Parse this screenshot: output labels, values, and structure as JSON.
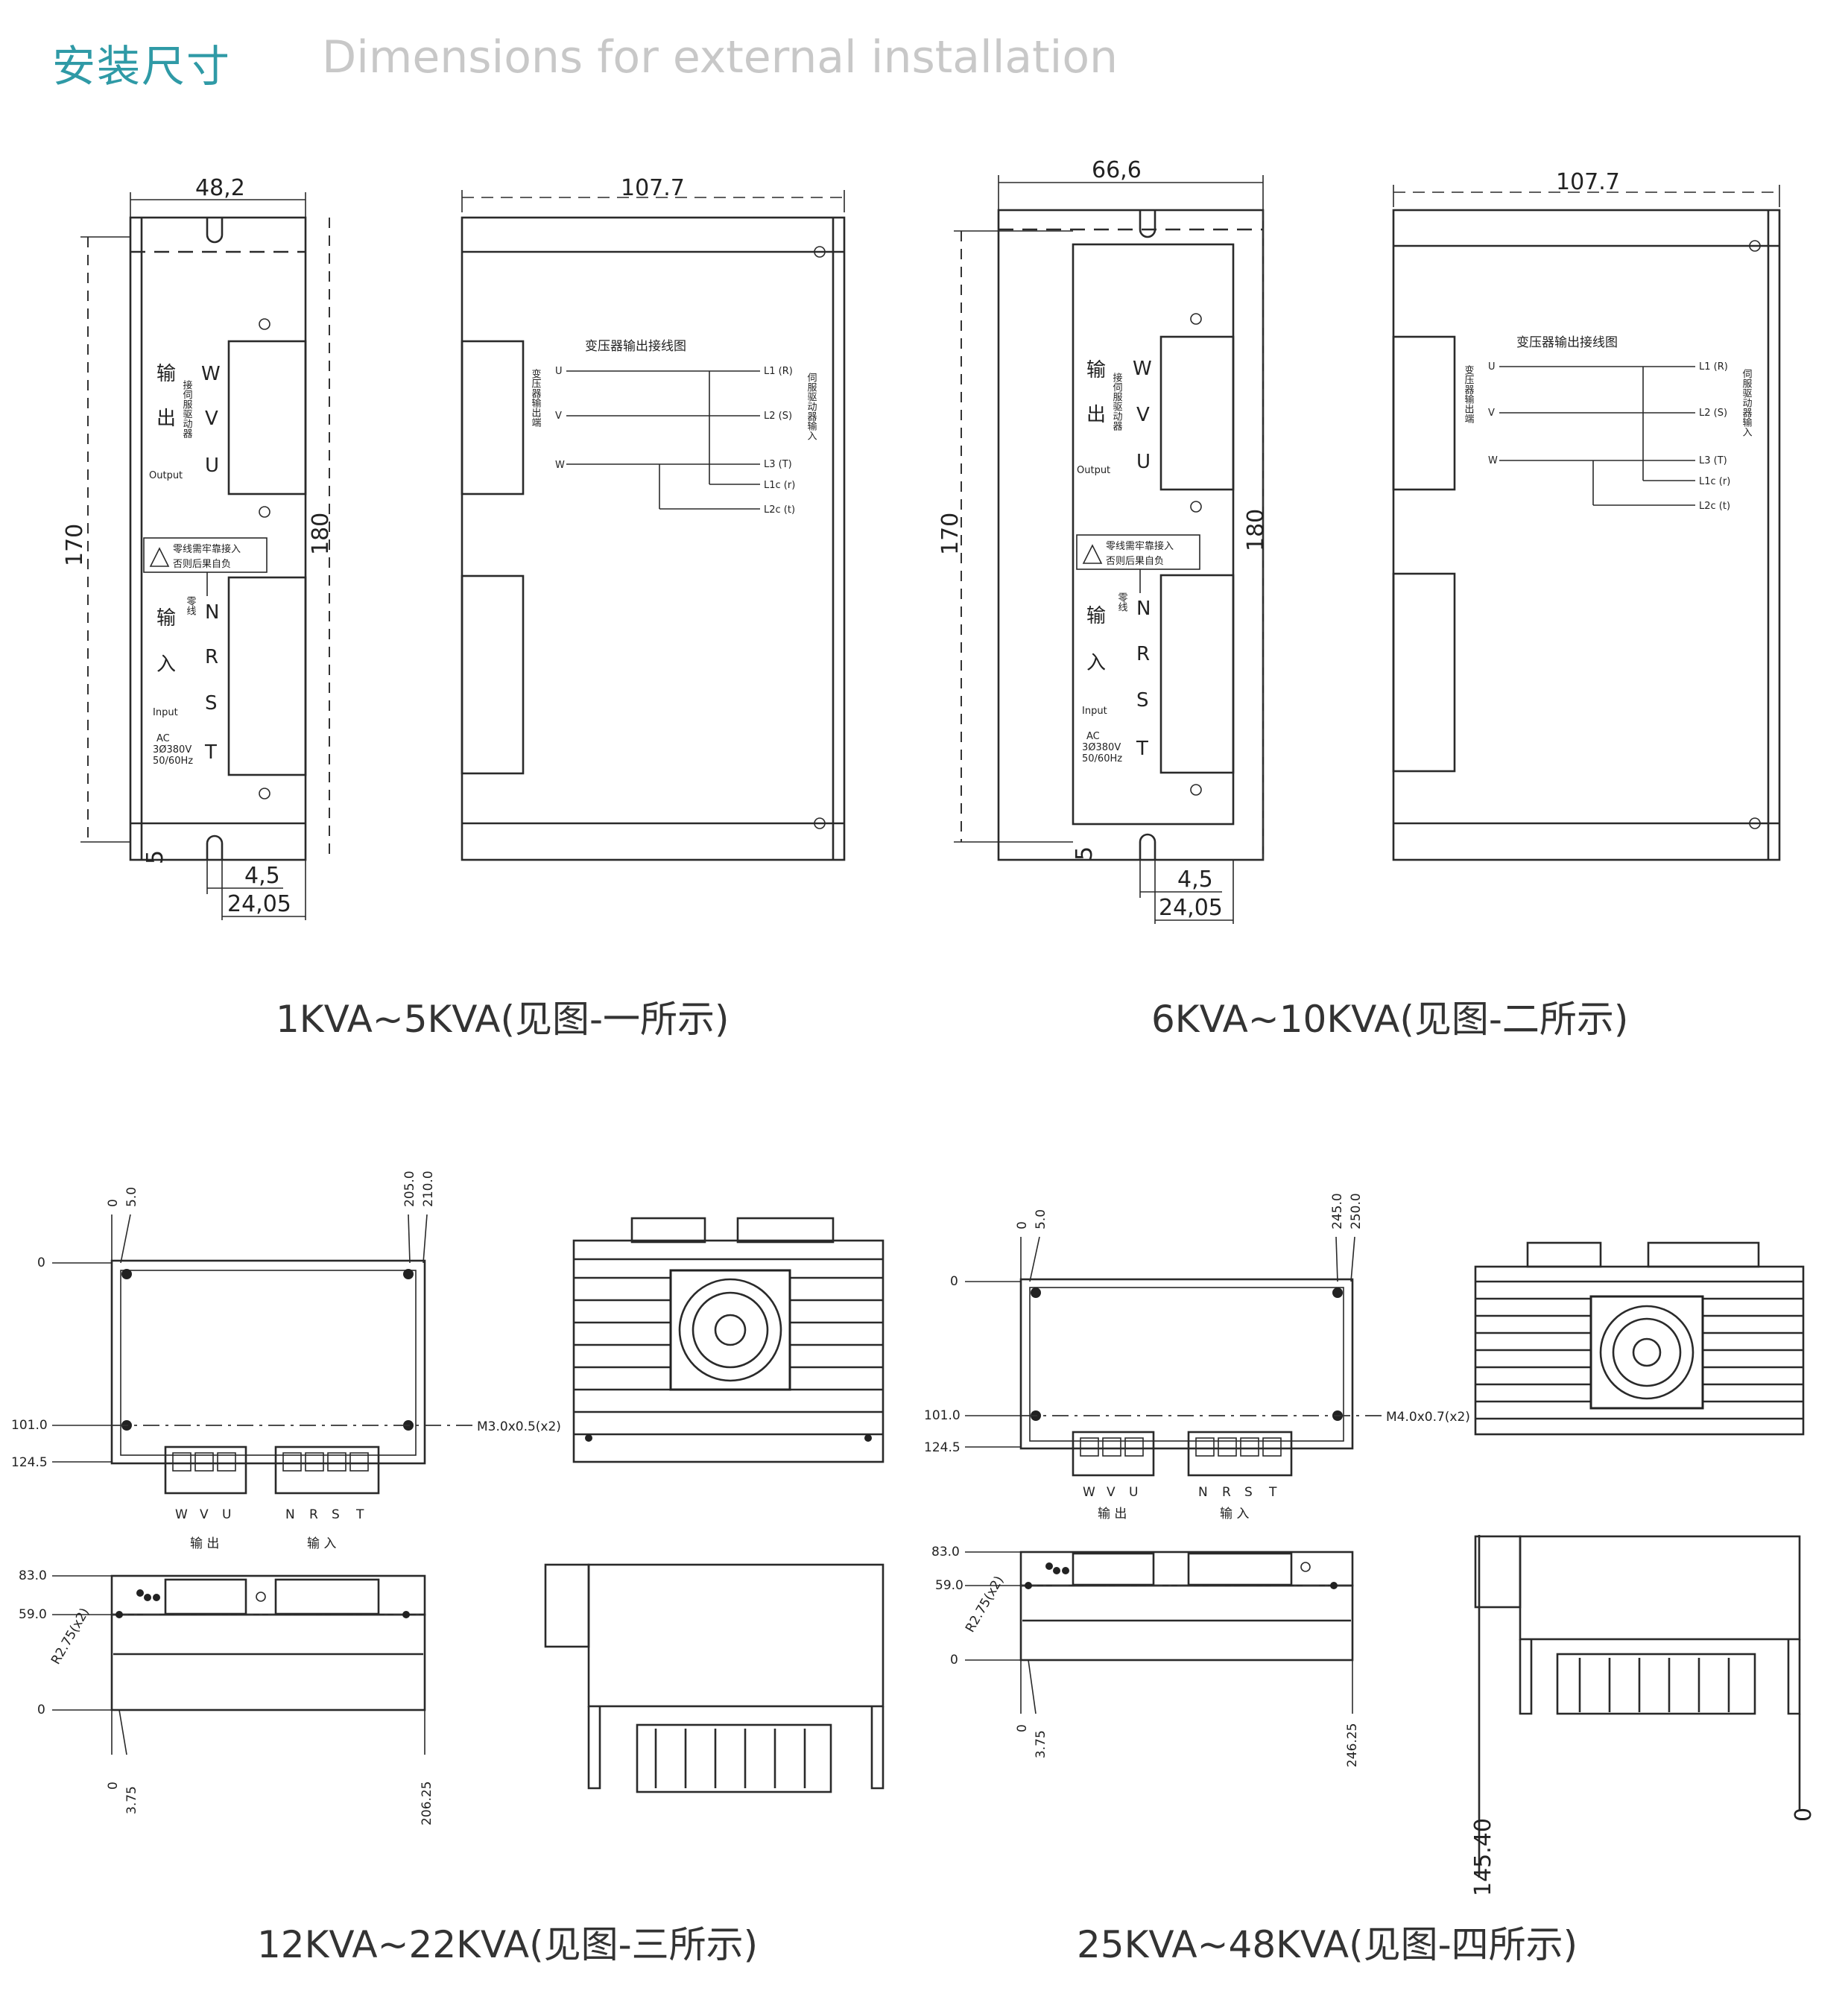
{
  "header": {
    "title_cn": "安装尺寸",
    "title_en": "Dimensions for external installation"
  },
  "captions": {
    "fig1": "1KVA~5KVA(见图-一所示)",
    "fig2": "6KVA~10KVA(见图-二所示)",
    "fig3": "12KVA~22KVA(见图-三所示)",
    "fig4": "25KVA~48KVA(见图-四所示)"
  },
  "fig1": {
    "width": "48,2",
    "depth": "107.7",
    "height_inner": "170",
    "height_outer": "180",
    "offset_bottom": "5",
    "slot": "4,5",
    "hole_offset": "24,05",
    "out_cn_1": "输",
    "out_cn_2": "出",
    "out_side": "接伺服驱动器",
    "out_en": "Output",
    "in_cn_1": "输",
    "in_cn_2": "入",
    "in_en": "Input",
    "neutral": "零线",
    "ac_1": "AC",
    "ac_2": "3Ø380V",
    "ac_3": "50/60Hz",
    "warn_1": "零线需牢靠接入",
    "warn_2": "否则后果自负",
    "t_W": "W",
    "t_V": "V",
    "t_U": "U",
    "t_N": "N",
    "t_R": "R",
    "t_S": "S",
    "t_T": "T",
    "wiring_title": "变压器输出接线图",
    "wiring_left": "变压器输出端",
    "wiring_right": "伺服驱动器输入",
    "w_U": "U",
    "w_V": "V",
    "w_W": "W",
    "w_L1": "L1 (R)",
    "w_L2": "L2 (S)",
    "w_L3": "L3 (T)",
    "w_L1c": "L1c (r)",
    "w_L2c": "L2c (t)"
  },
  "fig2": {
    "width": "66,6",
    "depth": "107.7",
    "height_inner": "170",
    "height_outer": "180",
    "offset_bottom": "5",
    "slot": "4,5",
    "hole_offset": "24,05",
    "out_cn_1": "输",
    "out_cn_2": "出",
    "out_side": "接伺服驱动器",
    "out_en": "Output",
    "in_cn_1": "输",
    "in_cn_2": "入",
    "in_en": "Input",
    "neutral": "零线",
    "ac_1": "AC",
    "ac_2": "3Ø380V",
    "ac_3": "50/60Hz",
    "warn_1": "零线需牢靠接入",
    "warn_2": "否则后果自负",
    "t_W": "W",
    "t_V": "V",
    "t_U": "U",
    "t_N": "N",
    "t_R": "R",
    "t_S": "S",
    "t_T": "T",
    "wiring_title": "变压器输出接线图",
    "wiring_left": "变压器输出端",
    "wiring_right": "伺服驱动器输入",
    "w_U": "U",
    "w_V": "V",
    "w_W": "W",
    "w_L1": "L1 (R)",
    "w_L2": "L2 (S)",
    "w_L3": "L3 (T)",
    "w_L1c": "L1c (r)",
    "w_L2c": "L2c (t)"
  },
  "fig3": {
    "top_0": "0",
    "top_5": "5.0",
    "top_205": "205.0",
    "top_210": "210.0",
    "left_0": "0",
    "left_101": "101.0",
    "left_124": "124.5",
    "screw": "M3.0x0.5(x2)",
    "out_labels": [
      "W",
      "V",
      "U"
    ],
    "in_labels": [
      "N",
      "R",
      "S",
      "T"
    ],
    "out_cn": "输 出",
    "in_cn": "输 入",
    "side_83": "83.0",
    "side_59": "59.0",
    "side_0": "0",
    "radius": "R2.75(x2)",
    "bot_0": "0",
    "bot_375": "3.75",
    "bot_206": "206.25"
  },
  "fig4": {
    "top_0": "0",
    "top_5": "5.0",
    "top_245": "245.0",
    "top_250": "250.0",
    "left_0": "0",
    "left_101": "101.0",
    "left_124": "124.5",
    "screw": "M4.0x0.7(x2)",
    "out_labels": [
      "W",
      "V",
      "U"
    ],
    "in_labels": [
      "N",
      "R",
      "S",
      "T"
    ],
    "out_cn": "输 出",
    "in_cn": "输 入",
    "side_83": "83.0",
    "side_59": "59.0",
    "side_0": "0",
    "radius": "R2.75(x2)",
    "bot_0": "0",
    "bot_375": "3.75",
    "bot_246": "246.25",
    "depth_145": "145.40",
    "depth_0": "0"
  }
}
